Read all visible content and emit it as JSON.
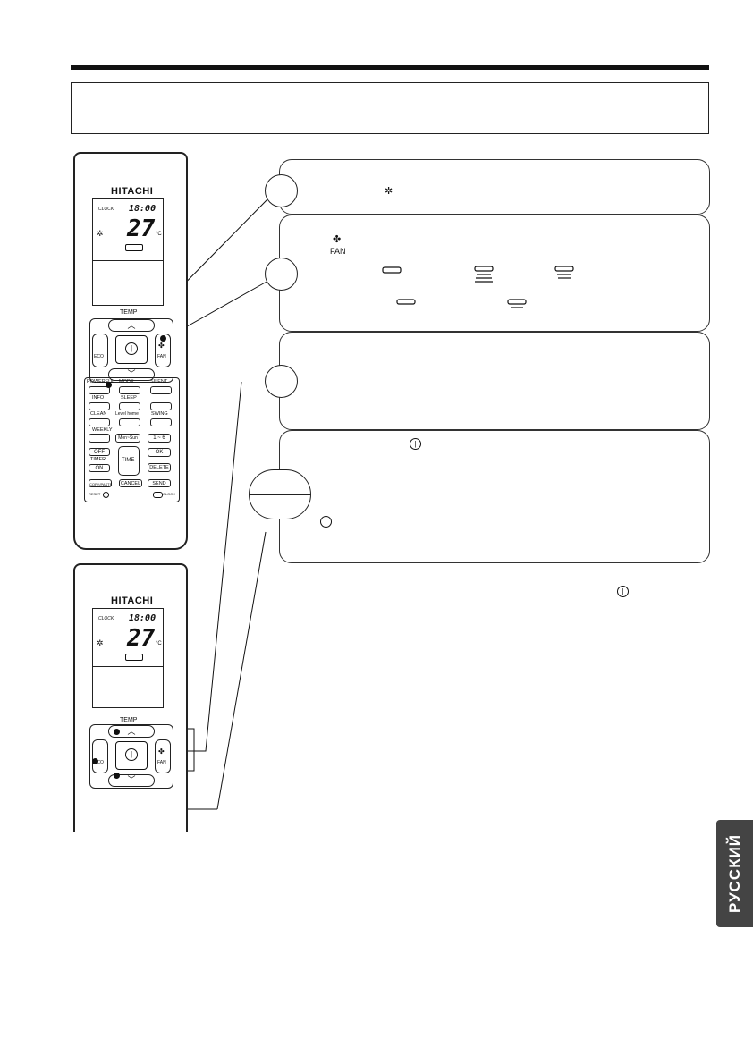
{
  "remote": {
    "brand": "HITACHI",
    "clock_label": "CLOCK",
    "clock_time": "18:00",
    "temperature": "27",
    "temp_unit": "°C",
    "temp_label": "TEMP",
    "eco_label": "ECO",
    "fan_label": "FAN",
    "keys": {
      "powerful": "POWERFUL",
      "mode": "MODE",
      "silent": "SILENT",
      "info": "INFO",
      "sleep": "SLEEP",
      "clean": "CLEAN",
      "levelhome": "Level home",
      "swing": "SWING",
      "weekly": "WEEKLY",
      "mon_sun": "Mon~Sun",
      "one_six": "1 ~ 6",
      "off": "OFF",
      "timer": "TIMER",
      "on": "ON",
      "time": "TIME",
      "ok": "OK",
      "delete": "DELETE",
      "copy_paste": "COPY/PASTE",
      "cancel": "CANCEL",
      "send": "SEND",
      "reset": "RESET",
      "clock_small": "CLOCK"
    }
  },
  "panel2": {
    "fan_label": "FAN"
  },
  "side_tab": "РУССКИЙ",
  "icons": {
    "mode": "sun-snowflake-icon",
    "fan": "fan-icon",
    "power": "power-icon"
  }
}
